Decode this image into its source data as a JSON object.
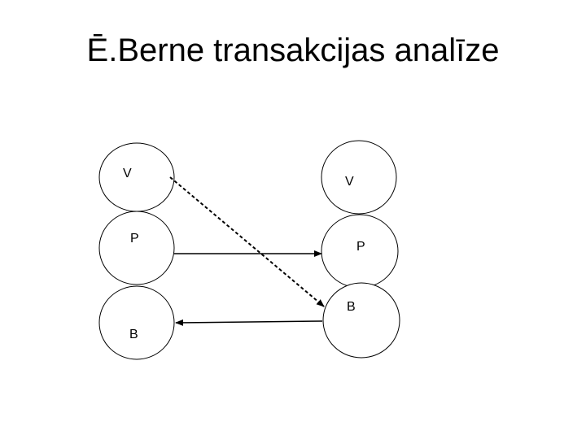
{
  "title": "Ē.Berne transakcijas analīze",
  "left_column": {
    "top_label": "V",
    "middle_label": "P",
    "bottom_label": "B"
  },
  "right_column": {
    "top_label": "V",
    "middle_label": "P",
    "bottom_label": "B"
  },
  "colors": {
    "stroke": "#000000",
    "fill": "#ffffff"
  }
}
